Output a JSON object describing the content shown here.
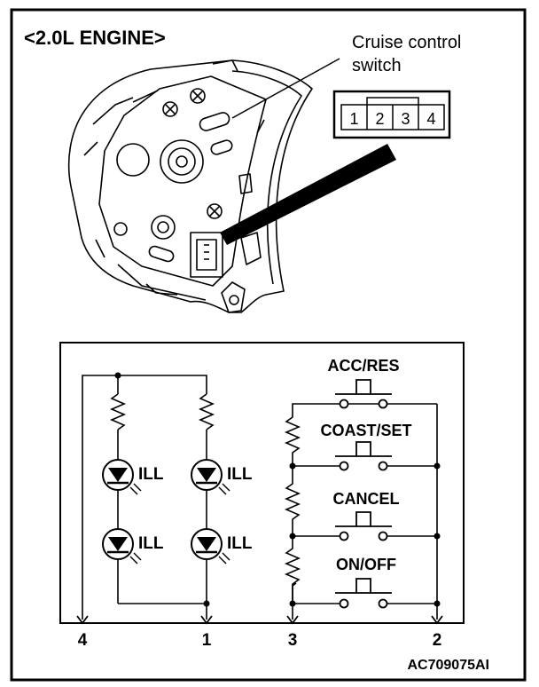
{
  "title": "<2.0L ENGINE>",
  "callout": {
    "line1": "Cruise control",
    "line2": "switch"
  },
  "connector_pins": [
    "1",
    "2",
    "3",
    "4"
  ],
  "switches": [
    {
      "label": "ACC/RES"
    },
    {
      "label": "COAST/SET"
    },
    {
      "label": "CANCEL"
    },
    {
      "label": "ON/OFF"
    }
  ],
  "lamp_label": "ILL",
  "terminals": {
    "t4": "4",
    "t1": "1",
    "t3": "3",
    "t2": "2"
  },
  "figure_code": "AC709075AI"
}
